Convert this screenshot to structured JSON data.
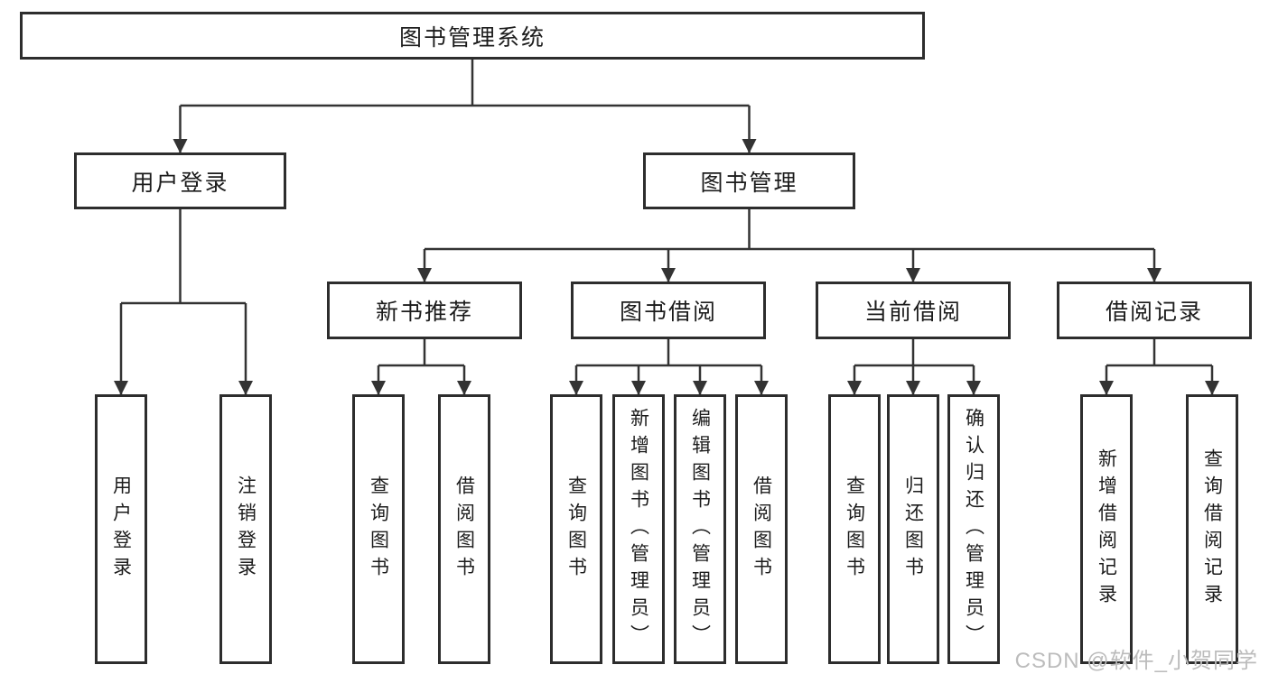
{
  "diagram": {
    "title": "图书管理系统",
    "colors": {
      "background": "#ffffff",
      "box_border": "#2d2d2d",
      "connector_line": "#333333",
      "text": "#1c1c1c",
      "watermark": "#bcbcbc"
    },
    "tree": {
      "root": {
        "label": "图书管理系统",
        "children": [
          {
            "label": "用户登录",
            "children": [
              {
                "label": "用户登录"
              },
              {
                "label": "注销登录"
              }
            ]
          },
          {
            "label": "图书管理",
            "children": [
              {
                "label": "新书推荐",
                "children": [
                  {
                    "label": "查询图书"
                  },
                  {
                    "label": "借阅图书"
                  }
                ]
              },
              {
                "label": "图书借阅",
                "children": [
                  {
                    "label": "查询图书"
                  },
                  {
                    "label": "新增图书（管理员）"
                  },
                  {
                    "label": "编辑图书（管理员）"
                  },
                  {
                    "label": "借阅图书"
                  }
                ]
              },
              {
                "label": "当前借阅",
                "children": [
                  {
                    "label": "查询图书"
                  },
                  {
                    "label": "归还图书"
                  },
                  {
                    "label": "确认归还（管理员）"
                  }
                ]
              },
              {
                "label": "借阅记录",
                "children": [
                  {
                    "label": "新增借阅记录"
                  },
                  {
                    "label": "查询借阅记录"
                  }
                ]
              }
            ]
          }
        ]
      }
    },
    "watermark": {
      "text": "CSDN @软件_小贺同学"
    }
  }
}
